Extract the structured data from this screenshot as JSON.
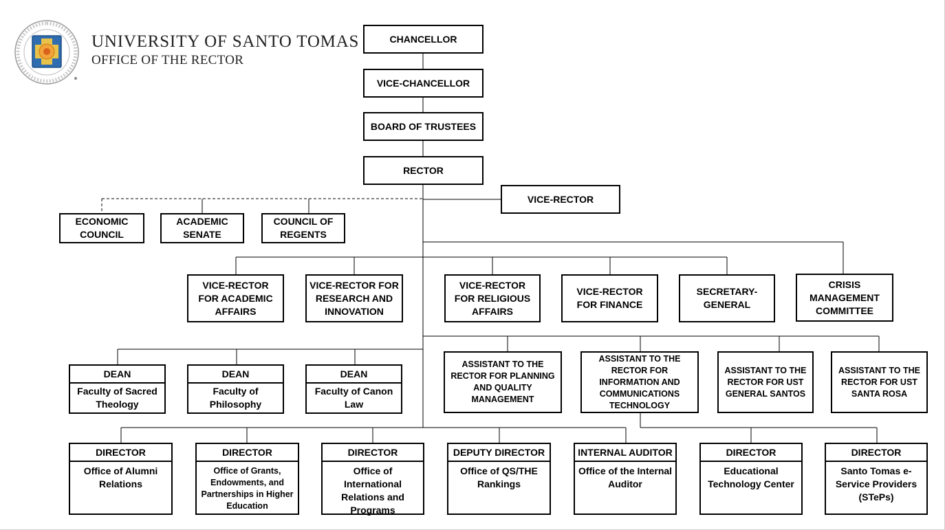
{
  "header": {
    "university_name": "UNIVERSITY OF SANTO TOMAS",
    "office_name": "OFFICE OF THE RECTOR",
    "seal_text": "PONTIFICAL AND ROYAL UNIVERSITY OF SANTO TOMAS MANILA",
    "seal_year": "1611"
  },
  "chain": {
    "chancellor": "CHANCELLOR",
    "vice_chancellor": "VICE-CHANCELLOR",
    "board": "BOARD OF TRUSTEES",
    "rector": "RECTOR",
    "vice_rector": "VICE-RECTOR"
  },
  "councils": [
    "ECONOMIC COUNCIL",
    "ACADEMIC SENATE",
    "COUNCIL OF REGENTS"
  ],
  "vice_rectors": [
    "VICE-RECTOR FOR ACADEMIC AFFAIRS",
    "VICE-RECTOR FOR RESEARCH AND INNOVATION",
    "VICE-RECTOR FOR RELIGIOUS AFFAIRS",
    "VICE-RECTOR FOR FINANCE",
    "SECRETARY-GENERAL",
    "CRISIS MANAGEMENT COMMITTEE"
  ],
  "deans": [
    {
      "title": "DEAN",
      "unit": "Faculty of Sacred Theology"
    },
    {
      "title": "DEAN",
      "unit": "Faculty of Philosophy"
    },
    {
      "title": "DEAN",
      "unit": "Faculty of Canon Law"
    }
  ],
  "assistants": [
    "ASSISTANT TO THE RECTOR FOR PLANNING AND QUALITY MANAGEMENT",
    "ASSISTANT TO THE RECTOR FOR INFORMATION AND COMMUNICATIONS TECHNOLOGY",
    "ASSISTANT TO THE RECTOR FOR UST GENERAL SANTOS",
    "ASSISTANT TO THE RECTOR FOR UST SANTA ROSA"
  ],
  "directors": [
    {
      "title": "DIRECTOR",
      "unit": "Office of Alumni Relations"
    },
    {
      "title": "DIRECTOR",
      "unit": "Office of Grants, Endowments, and Partnerships in Higher Education"
    },
    {
      "title": "DIRECTOR",
      "unit": "Office of International Relations and Programs"
    },
    {
      "title": "DEPUTY DIRECTOR",
      "unit": "Office of QS/THE Rankings"
    },
    {
      "title": "INTERNAL AUDITOR",
      "unit": "Office of the Internal Auditor"
    },
    {
      "title": "DIRECTOR",
      "unit": "Educational Technology Center"
    },
    {
      "title": "DIRECTOR",
      "unit": "Santo Tomas e-Service Providers (STePs)"
    }
  ]
}
